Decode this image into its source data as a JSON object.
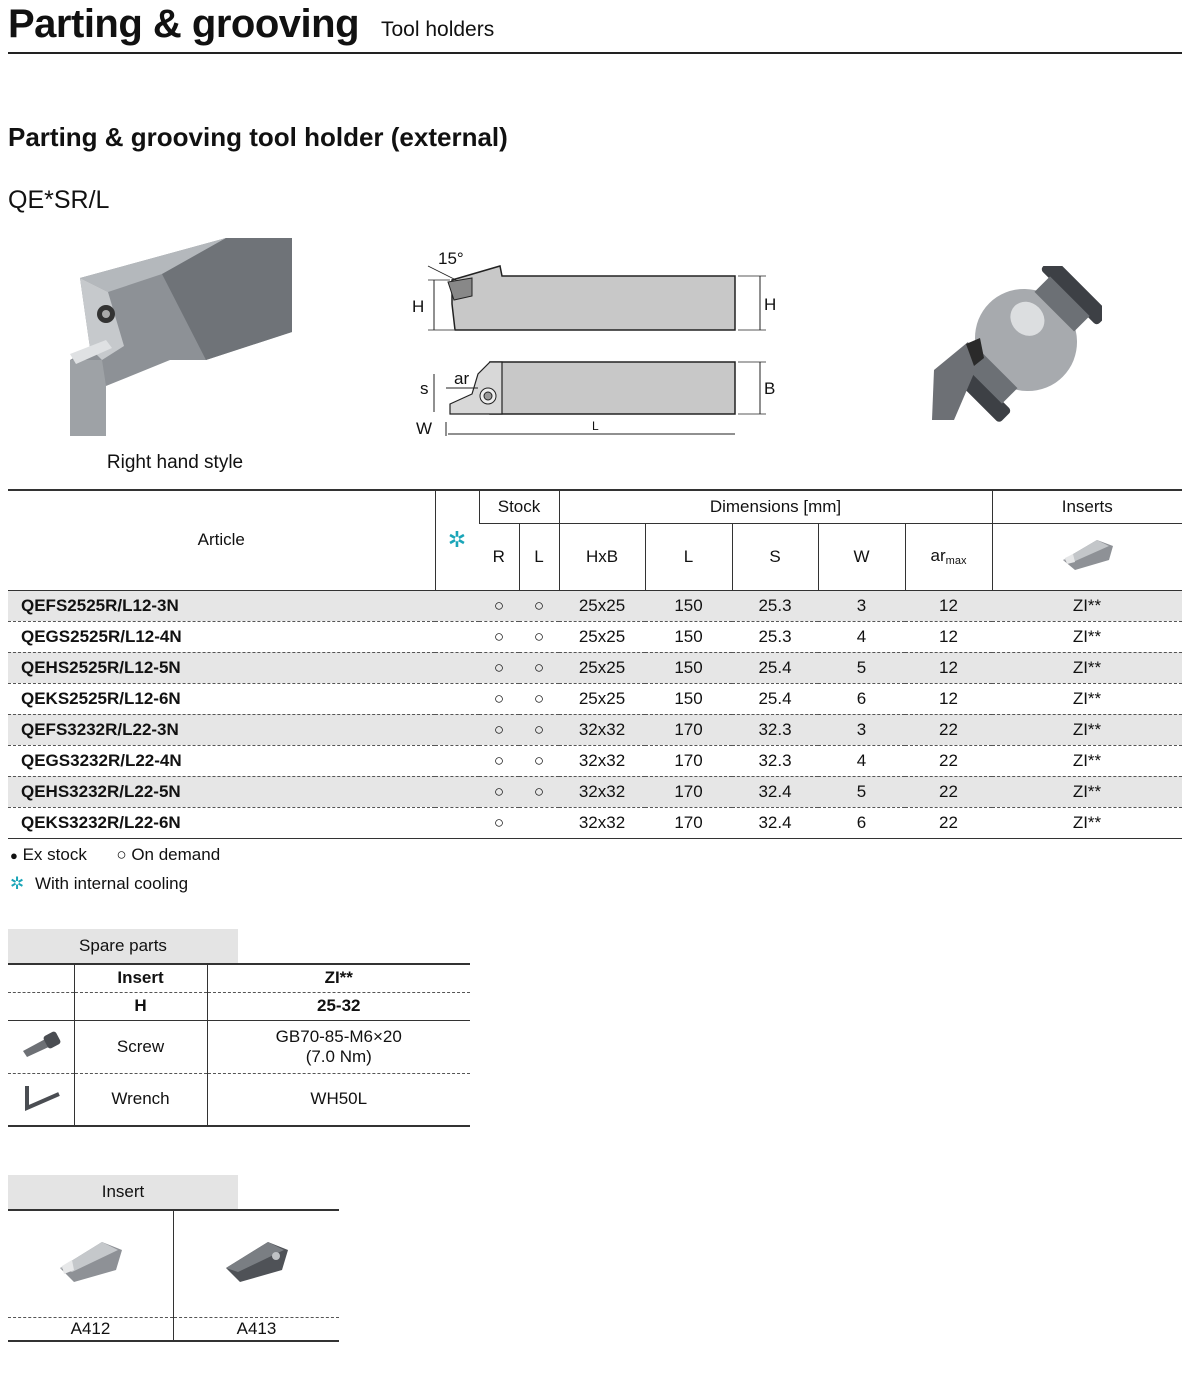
{
  "header": {
    "title": "Parting & grooving",
    "subtitle": "Tool holders"
  },
  "section_title": "Parting & grooving tool holder (external)",
  "product_code": "QE*SR/L",
  "image_caption": "Right hand style",
  "drawing_labels": {
    "angle": "15°",
    "H": "H",
    "B": "B",
    "s": "s",
    "ar": "ar",
    "W": "W",
    "L": "L"
  },
  "table": {
    "headers": {
      "article": "Article",
      "cooling": "✲",
      "stock": "Stock",
      "dimensions": "Dimensions [mm]",
      "inserts": "Inserts",
      "R": "R",
      "L_stock": "L",
      "HxB": "HxB",
      "L": "L",
      "S": "S",
      "W": "W",
      "ar": "ar",
      "ar_sub": "max"
    },
    "rows": [
      {
        "article": "QEFS2525R/L12-3N",
        "R": "○",
        "L_stock": "○",
        "HxB": "25x25",
        "L": "150",
        "S": "25.3",
        "W": "3",
        "ar": "12",
        "insert": "ZI**"
      },
      {
        "article": "QEGS2525R/L12-4N",
        "R": "○",
        "L_stock": "○",
        "HxB": "25x25",
        "L": "150",
        "S": "25.3",
        "W": "4",
        "ar": "12",
        "insert": "ZI**"
      },
      {
        "article": "QEHS2525R/L12-5N",
        "R": "○",
        "L_stock": "○",
        "HxB": "25x25",
        "L": "150",
        "S": "25.4",
        "W": "5",
        "ar": "12",
        "insert": "ZI**"
      },
      {
        "article": "QEKS2525R/L12-6N",
        "R": "○",
        "L_stock": "○",
        "HxB": "25x25",
        "L": "150",
        "S": "25.4",
        "W": "6",
        "ar": "12",
        "insert": "ZI**"
      },
      {
        "article": "QEFS3232R/L22-3N",
        "R": "○",
        "L_stock": "○",
        "HxB": "32x32",
        "L": "170",
        "S": "32.3",
        "W": "3",
        "ar": "22",
        "insert": "ZI**"
      },
      {
        "article": "QEGS3232R/L22-4N",
        "R": "○",
        "L_stock": "○",
        "HxB": "32x32",
        "L": "170",
        "S": "32.3",
        "W": "4",
        "ar": "22",
        "insert": "ZI**"
      },
      {
        "article": "QEHS3232R/L22-5N",
        "R": "○",
        "L_stock": "○",
        "HxB": "32x32",
        "L": "170",
        "S": "32.4",
        "W": "5",
        "ar": "22",
        "insert": "ZI**"
      },
      {
        "article": "QEKS3232R/L22-6N",
        "R": "○",
        "L_stock": "",
        "HxB": "32x32",
        "L": "170",
        "S": "32.4",
        "W": "6",
        "ar": "22",
        "insert": "ZI**"
      }
    ]
  },
  "legend": {
    "ex_stock_symbol": "●",
    "ex_stock": "Ex stock",
    "on_demand_symbol": "○",
    "on_demand": "On demand",
    "cooling_symbol": "✲",
    "cooling": "With internal cooling"
  },
  "spare_parts": {
    "label": "Spare parts",
    "insert_label": "Insert",
    "insert_value": "ZI**",
    "h_label": "H",
    "h_value": "25-32",
    "screw_label": "Screw",
    "screw_value_1": "GB70-85-M6×20",
    "screw_value_2": "(7.0 Nm)",
    "wrench_label": "Wrench",
    "wrench_value": "WH50L"
  },
  "inserts_table": {
    "label": "Insert",
    "items": [
      "A412",
      "A413"
    ]
  },
  "colors": {
    "accent_cyan": "#1aa5b8",
    "row_shade": "#e6e6e6",
    "tab_gray": "#e4e4e4"
  }
}
